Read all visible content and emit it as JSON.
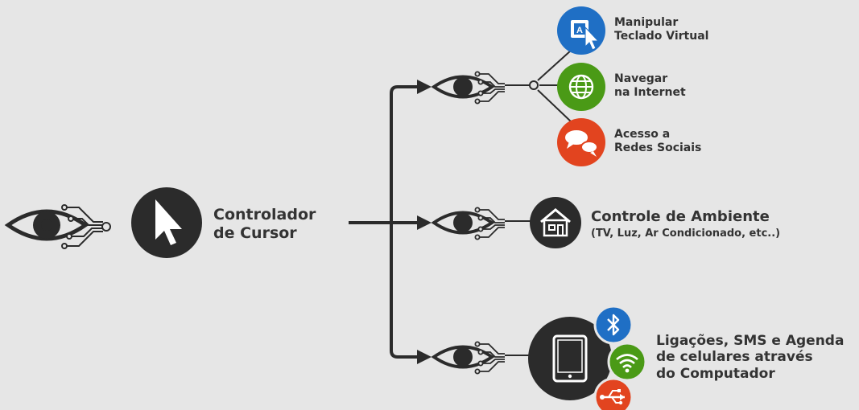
{
  "root": {
    "label_line1": "Controlador",
    "label_line2": "de Cursor"
  },
  "branches": {
    "top": {
      "items": [
        {
          "line1": "Manipular",
          "line2": "Teclado Virtual",
          "color": "#1f6fc5",
          "icon": "keyboard-cursor-icon"
        },
        {
          "line1": "Navegar",
          "line2": "na Internet",
          "color": "#4a9a16",
          "icon": "globe-icon"
        },
        {
          "line1": "Acesso a",
          "line2": "Redes Sociais",
          "color": "#e2441f",
          "icon": "chat-bubbles-icon"
        }
      ]
    },
    "middle": {
      "title": "Controle de Ambiente",
      "subtitle": "(TV, Luz, Ar Condicionado, etc..)",
      "icon": "house-icon"
    },
    "bottom": {
      "line1": "Ligações, SMS e Agenda",
      "line2": "de celulares através",
      "line3": "do Computador",
      "icon": "tablet-icon",
      "badges": [
        {
          "icon": "bluetooth-icon",
          "color": "#1f6fc5"
        },
        {
          "icon": "wifi-icon",
          "color": "#4a9a16"
        },
        {
          "icon": "usb-icon",
          "color": "#e2441f"
        }
      ]
    }
  },
  "colors": {
    "background": "#e6e6e6",
    "dark": "#2b2b2b",
    "blue": "#1f6fc5",
    "green": "#4a9a16",
    "red": "#e2441f"
  }
}
